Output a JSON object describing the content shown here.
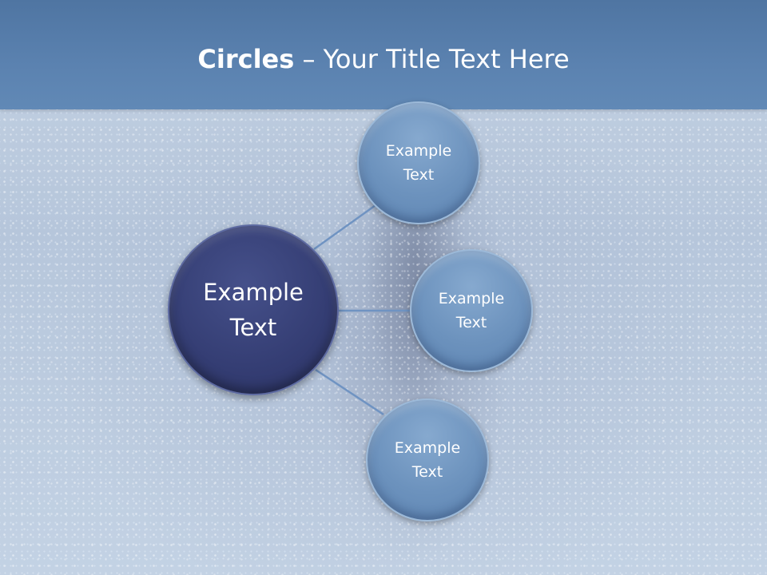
{
  "slide": {
    "title_bold": "Circles",
    "title_rest": " – Your Title Text Here"
  },
  "diagram": {
    "center": {
      "label": "Example\nText",
      "color": "#343d73"
    },
    "satellites": [
      {
        "label": "Example\nText"
      },
      {
        "label": "Example\nText"
      },
      {
        "label": "Example\nText"
      }
    ],
    "satellite_color": "#6c92bd",
    "connector_color": "#6f93c2",
    "header_color": "#5b82b0"
  }
}
